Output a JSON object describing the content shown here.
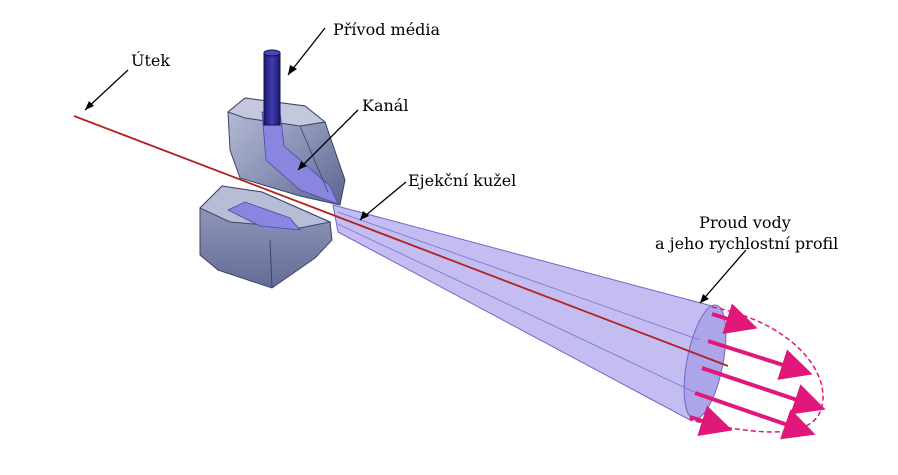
{
  "labels": {
    "privod": "Přívod média",
    "utek": "Útek",
    "kanal": "Kanál",
    "kuzel": "Ejekční kužel",
    "proud_line1": "Proud vody",
    "proud_line2": "a jeho rychlostní profil"
  },
  "colors": {
    "body_fill": "#8d95b8",
    "body_dark": "#5a6290",
    "channel": "#8a86e0",
    "pipe": "#2b2a85",
    "cone": "#b8b2ee",
    "cone_edge": "#6e66c8",
    "thread": "#b22020",
    "arrows": "#e0187a"
  }
}
